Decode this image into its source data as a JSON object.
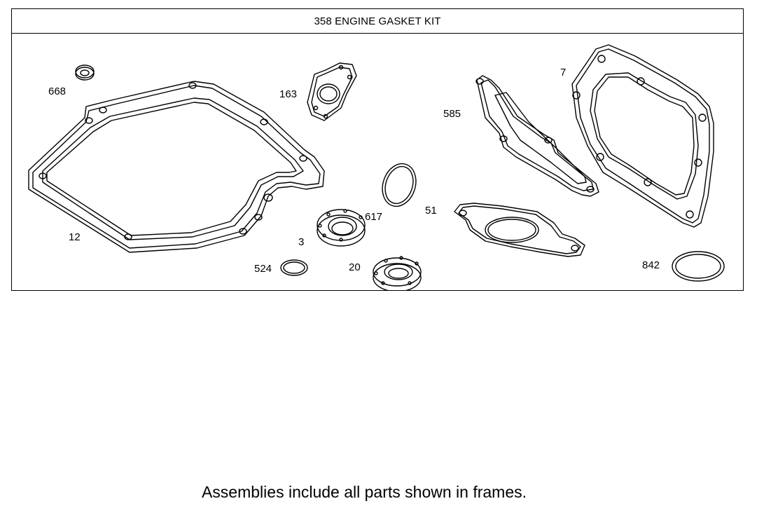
{
  "diagram": {
    "title": "358 ENGINE GASKET KIT",
    "callouts": {
      "p668": "668",
      "p163": "163",
      "p12": "12",
      "p617": "617",
      "p3": "3",
      "p524": "524",
      "p20": "20",
      "p585": "585",
      "p51": "51",
      "p7": "7",
      "p842": "842"
    }
  },
  "footer": {
    "note": "Assemblies include all parts shown in frames."
  }
}
